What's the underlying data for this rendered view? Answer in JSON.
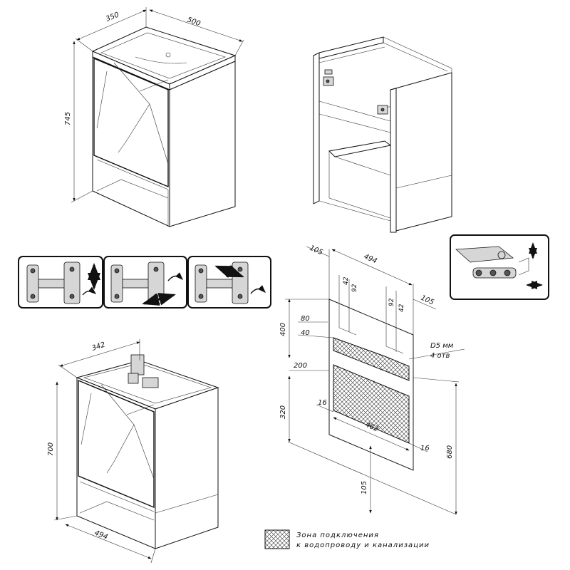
{
  "cabinet_top": {
    "depth": "350",
    "width": "500",
    "height": "745"
  },
  "cabinet_bottom": {
    "depth": "342",
    "width": "494",
    "height": "700"
  },
  "install_scheme": {
    "overall_width": "494",
    "offset_left": "105",
    "offset_right": "105",
    "hole_pair_left_a": "42",
    "hole_pair_left_b": "92",
    "hole_pair_right_a": "92",
    "hole_pair_right_b": "42",
    "height_upper": "400",
    "height_80": "80",
    "height_40": "40",
    "height_200": "200",
    "height_320": "320",
    "inset_left": "16",
    "inset_right": "16",
    "zone_width": "462",
    "total_height": "680",
    "bottom_offset": "105",
    "drill_diameter": "D5 мм",
    "drill_count": "4 отв"
  },
  "legend": {
    "line1": "Зона подключения",
    "line2": "к водопроводу и канализации"
  },
  "colors": {
    "line": "#1a1a1a",
    "hatch": "#333333",
    "background": "#ffffff"
  },
  "icons": [
    "hinge-adjust-icon",
    "hinge-detail-icon",
    "arrow-vertical-icon",
    "arrow-horizontal-icon",
    "rotate-arrow-icon"
  ]
}
